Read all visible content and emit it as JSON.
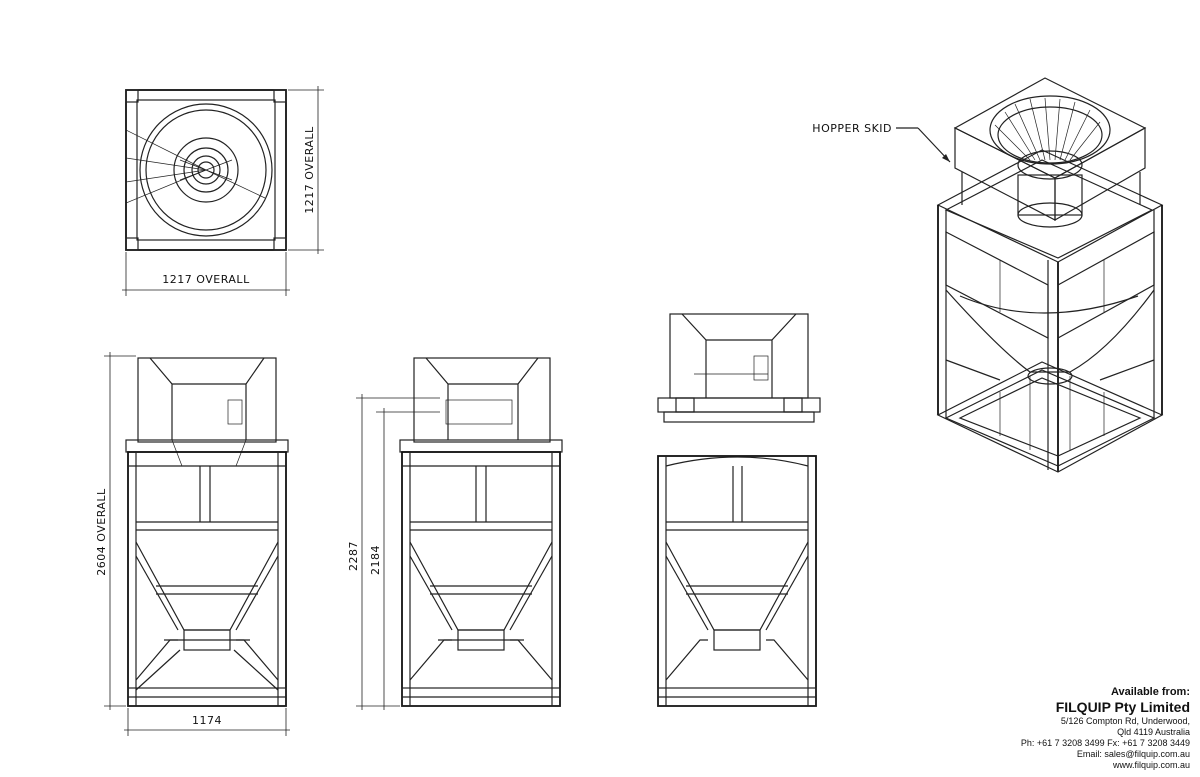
{
  "dimensions": {
    "top_width": "1217 OVERALL",
    "top_height": "1217 OVERALL",
    "overall_height": "2604 OVERALL",
    "height_2287": "2287",
    "height_2184": "2184",
    "base_width": "1174"
  },
  "labels": {
    "hopper_skid": "HOPPER SKID"
  },
  "supplier": {
    "available_from": "Available from:",
    "company": "FILQUIP Pty Limited",
    "address_line1": "5/126 Compton Rd, Underwood,",
    "address_line2": "Qld 4119 Australia",
    "phone_fax": "Ph: +61 7 3208 3499   Fx: +61 7 3208 3449",
    "email": "Email: sales@filquip.com.au",
    "web": "www.filquip.com.au"
  }
}
